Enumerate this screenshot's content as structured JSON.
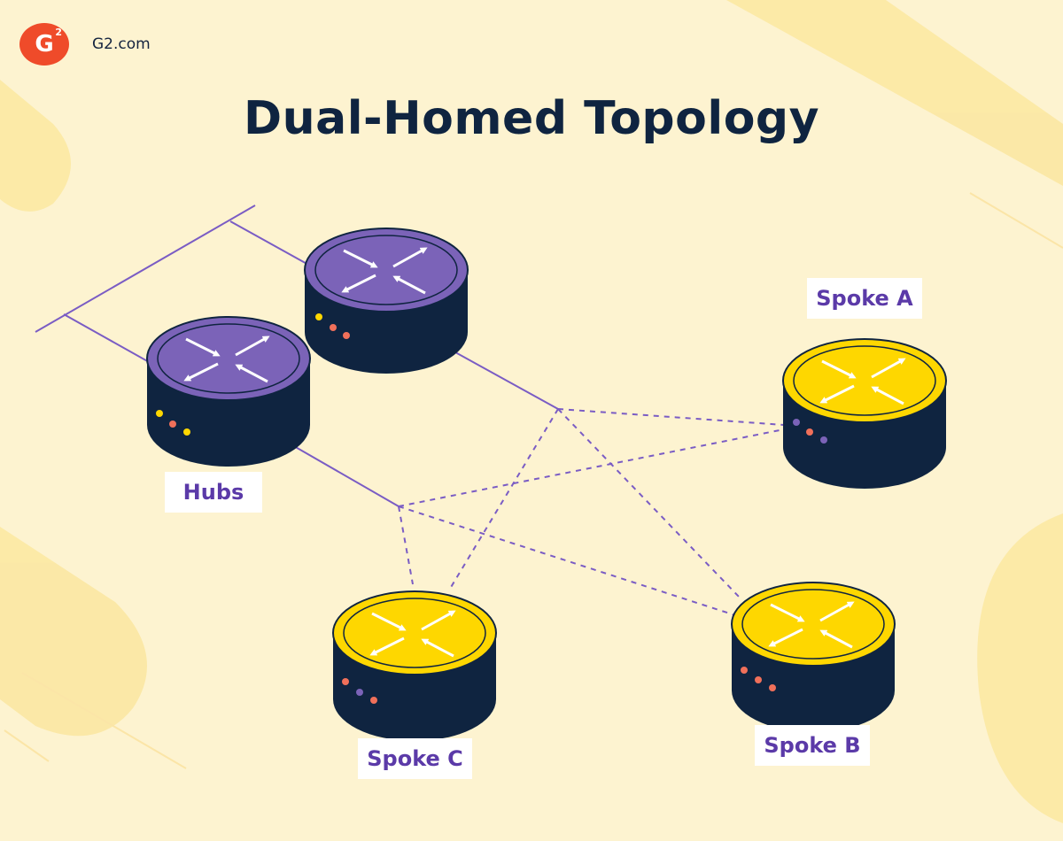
{
  "brand": {
    "logo_text": "G",
    "logo_sup": "2",
    "site": "G2.com"
  },
  "title": "Dual-Homed Topology",
  "labels": {
    "hubs": "Hubs",
    "spoke_a": "Spoke A",
    "spoke_b": "Spoke B",
    "spoke_c": "Spoke C"
  },
  "colors": {
    "background": "#fdf3d0",
    "hub_top": "#7b63b8",
    "spoke_top": "#fed700",
    "router_body": "#0f2440",
    "link": "#7a5cc4",
    "label_text": "#5b3aa8"
  },
  "icons": {
    "router_symbol": "four-arrows-icon"
  }
}
